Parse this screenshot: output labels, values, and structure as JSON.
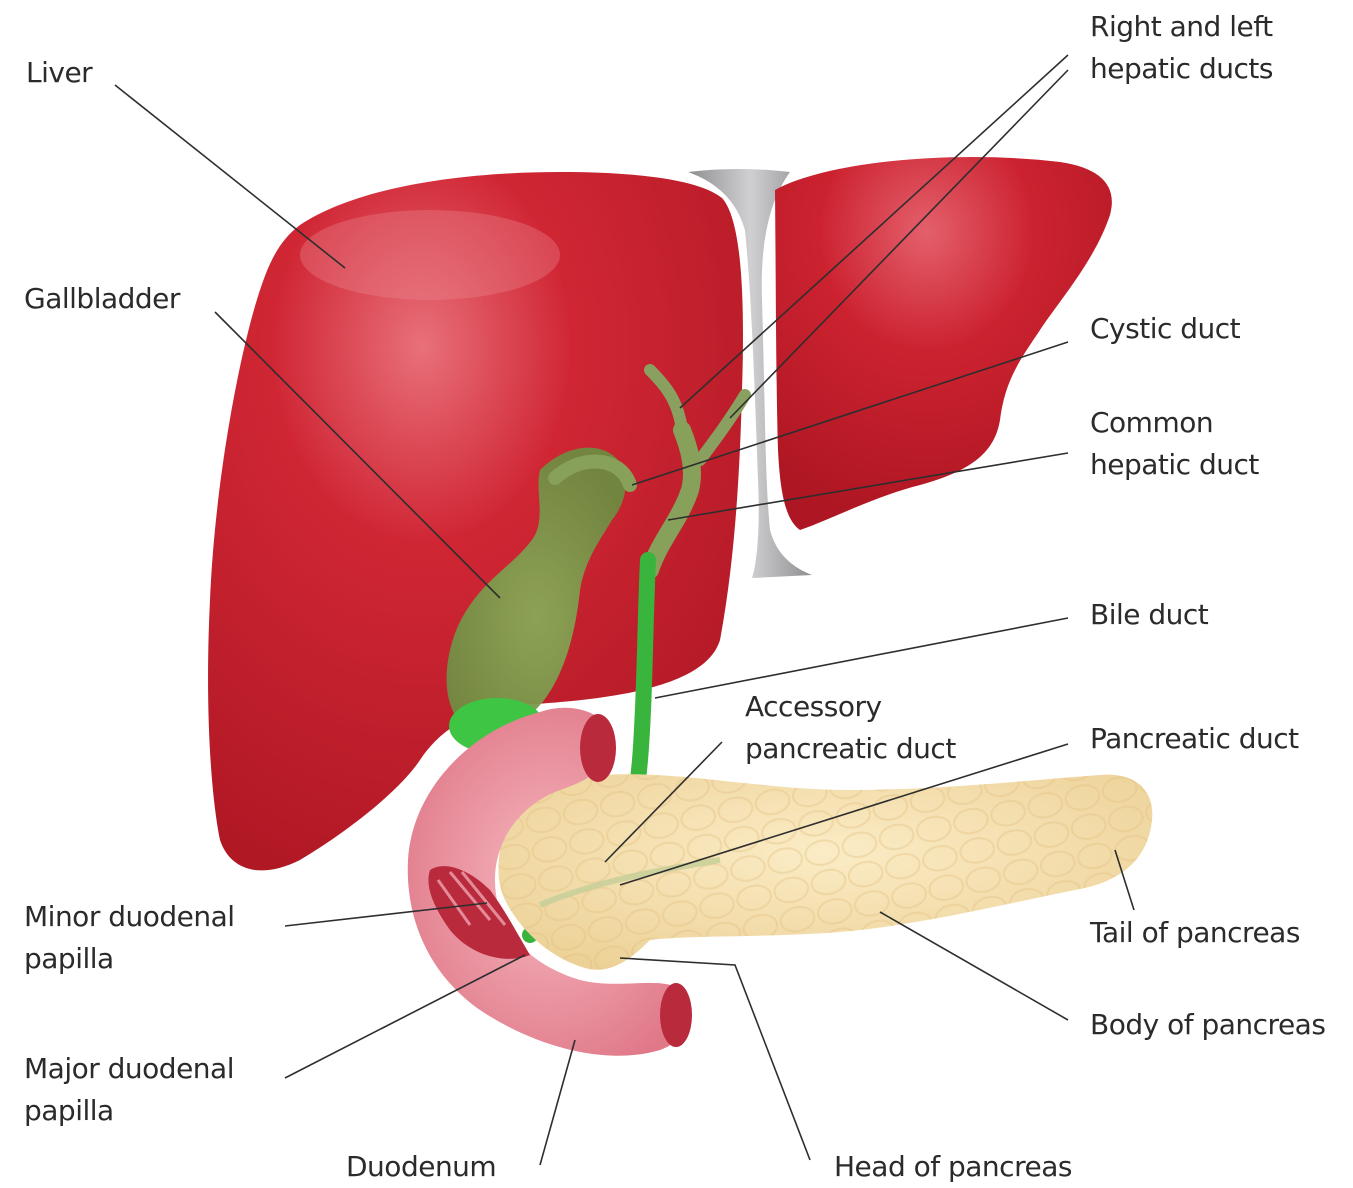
{
  "labels": {
    "liver": "Liver",
    "right_left_hepatic_1": "Right and left",
    "right_left_hepatic_2": "hepatic ducts",
    "gallbladder": "Gallbladder",
    "cystic_duct": "Cystic duct",
    "common_hepatic_1": "Common",
    "common_hepatic_2": "hepatic duct",
    "bile_duct": "Bile duct",
    "accessory_pancreatic_1": "Accessory",
    "accessory_pancreatic_2": "pancreatic duct",
    "pancreatic_duct": "Pancreatic duct",
    "minor_papilla_1": "Minor duodenal",
    "minor_papilla_2": "papilla",
    "tail_pancreas": "Tail of pancreas",
    "major_papilla_1": "Major duodenal",
    "major_papilla_2": "papilla",
    "body_pancreas": "Body of pancreas",
    "duodenum": "Duodenum",
    "head_pancreas": "Head of pancreas"
  },
  "colors": {
    "liver": "#c8202e",
    "liver_highlight": "#e0525e",
    "ligament": "#a9a9ab",
    "bile": "#7a9a4a",
    "bile_bright": "#36b33a",
    "duodenum": "#e98a98",
    "duodenum_inner": "#b8283a",
    "pancreas": "#f3dba8",
    "label_text": "#2b2b2b"
  }
}
